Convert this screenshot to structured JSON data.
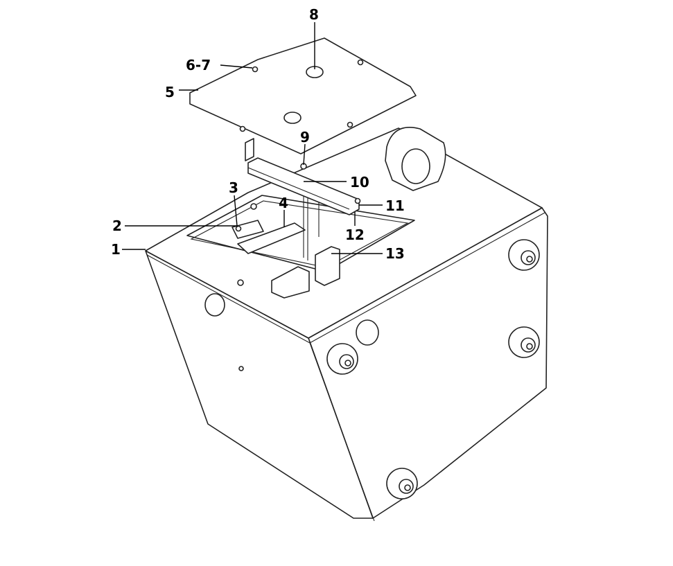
{
  "callouts": [
    {
      "id": "c1",
      "text": "1"
    },
    {
      "id": "c2",
      "text": "2"
    },
    {
      "id": "c3",
      "text": "3"
    },
    {
      "id": "c4",
      "text": "4"
    },
    {
      "id": "c5",
      "text": "5"
    },
    {
      "id": "c67",
      "text": "6-7"
    },
    {
      "id": "c8",
      "text": "8"
    },
    {
      "id": "c9",
      "text": "9"
    },
    {
      "id": "c10",
      "text": "10"
    },
    {
      "id": "c11",
      "text": "11"
    },
    {
      "id": "c12",
      "text": "12"
    },
    {
      "id": "c13",
      "text": "13"
    }
  ]
}
